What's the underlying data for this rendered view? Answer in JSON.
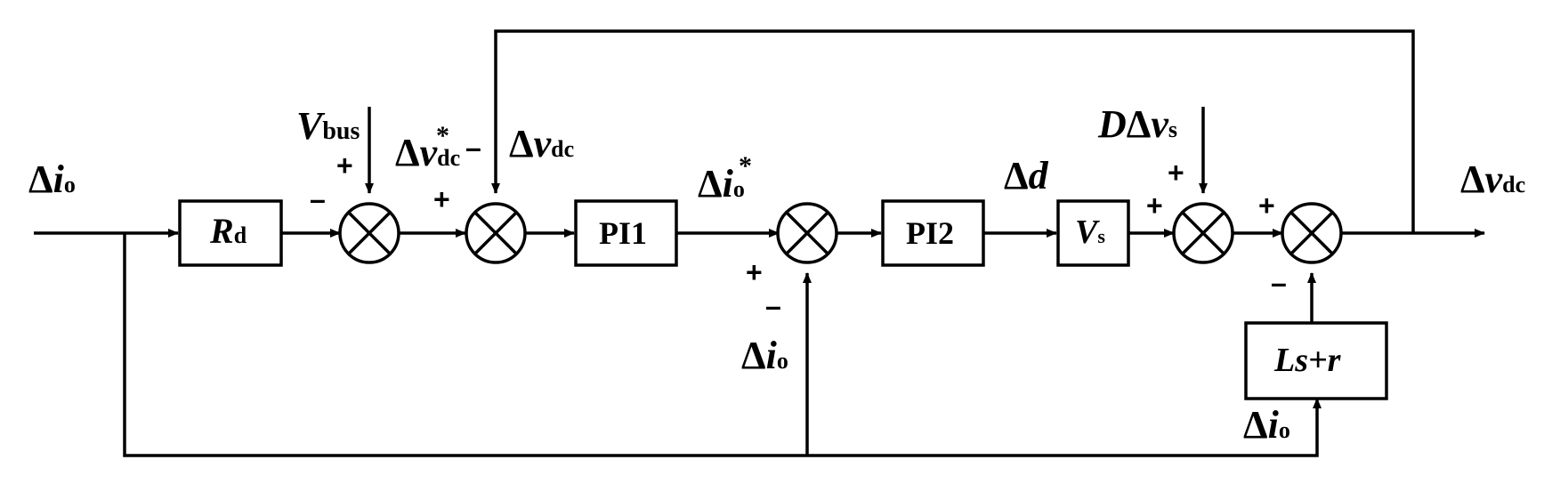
{
  "diagram": {
    "blocks": {
      "rd": {
        "name": "R",
        "sub": "d"
      },
      "pi1": "PI1",
      "pi2": "PI2",
      "vs": {
        "name": "V",
        "sub": "s"
      },
      "lsr": "Ls+r"
    },
    "labels": {
      "input": {
        "delta": "Δ",
        "var": "i",
        "sub": "o"
      },
      "vbus": {
        "var": "V",
        "sub": "bus"
      },
      "vdc_ref": {
        "delta": "Δ",
        "var": "v",
        "sub": "dc",
        "sup": "*"
      },
      "vdc_feedback": {
        "delta": "Δ",
        "var": "v",
        "sub": "dc"
      },
      "io_ref": {
        "delta": "Δ",
        "var": "i",
        "sub": "o",
        "sup": "*"
      },
      "io_feedback": {
        "delta": "Δ",
        "var": "i",
        "sub": "o"
      },
      "duty": {
        "delta": "Δ",
        "var": "d"
      },
      "dvs": {
        "prefix": "D",
        "delta": "Δ",
        "var": "v",
        "sub": "s"
      },
      "output": {
        "delta": "Δ",
        "var": "v",
        "sub": "dc"
      },
      "io_lsr": {
        "delta": "Δ",
        "var": "i",
        "sub": "o"
      }
    },
    "signs": {
      "plus": "+",
      "minus": "–"
    }
  }
}
